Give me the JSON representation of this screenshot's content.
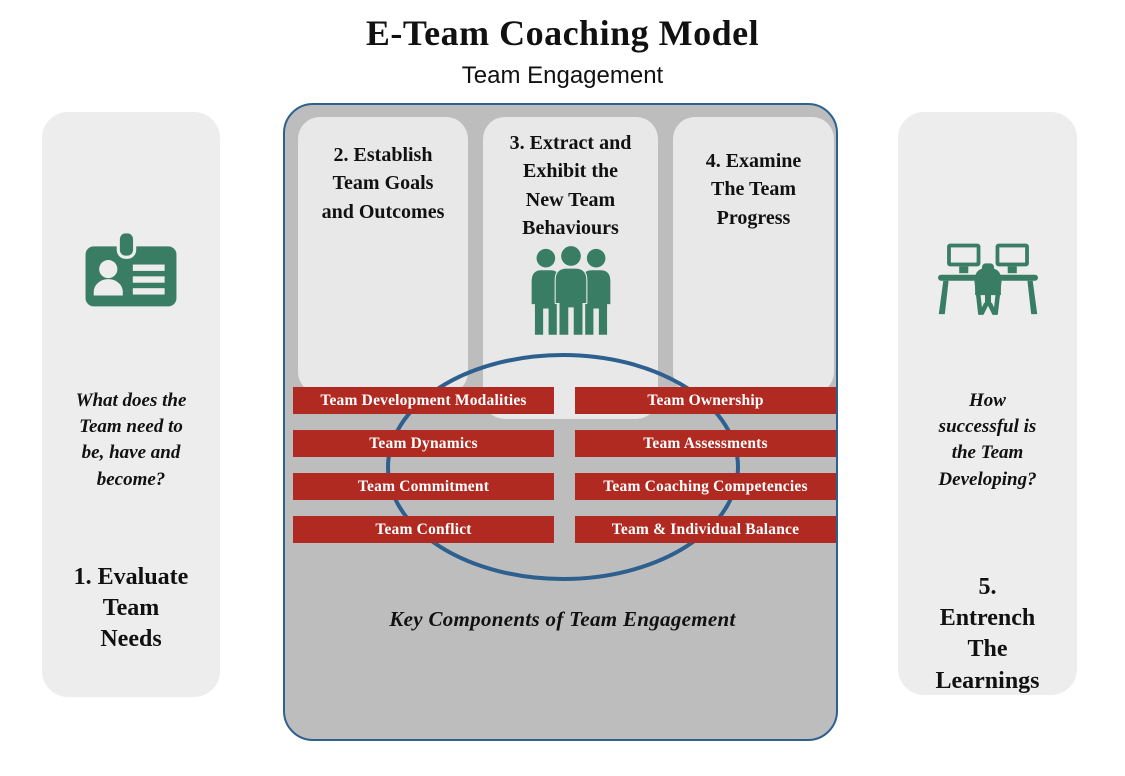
{
  "title": "E-Team Coaching Model",
  "subtitle": "Team Engagement",
  "colors": {
    "bar_red": "#B12A21",
    "icon_green": "#3A7D65",
    "panel_border_blue": "#2E6090",
    "ellipse_blue": "#2D5F8F",
    "center_panel_gray": "#BDBDBD",
    "inner_column_gray": "#E8E8E8",
    "side_panel_gray": "#EDEDED",
    "bar_text_white": "#FFFFFF",
    "text_black": "#111111"
  },
  "left_panel": {
    "icon": "id-card-icon",
    "question": "What does the\nTeam need to\nbe, have and\nbecome?",
    "step_label": "1. Evaluate\nTeam\nNeeds"
  },
  "center_panel": {
    "columns": [
      {
        "heading": "2. Establish\nTeam Goals\nand Outcomes"
      },
      {
        "heading": "3. Extract and\nExhibit the\nNew Team\nBehaviours",
        "icon": "team-people-icon"
      },
      {
        "heading": "4. Examine\nThe Team\nProgress"
      }
    ],
    "bars_left": [
      "Team Development Modalities",
      "Team Dynamics",
      "Team Commitment",
      "Team Conflict"
    ],
    "bars_right": [
      "Team Ownership",
      "Team Assessments",
      "Team Coaching Competencies",
      "Team & Individual Balance"
    ],
    "caption": "Key Components of Team Engagement"
  },
  "right_panel": {
    "icon": "workstations-icon",
    "question": "How\nsuccessful is\nthe Team\nDeveloping?",
    "step_label": "5.\nEntrench\nThe\nLearnings"
  }
}
